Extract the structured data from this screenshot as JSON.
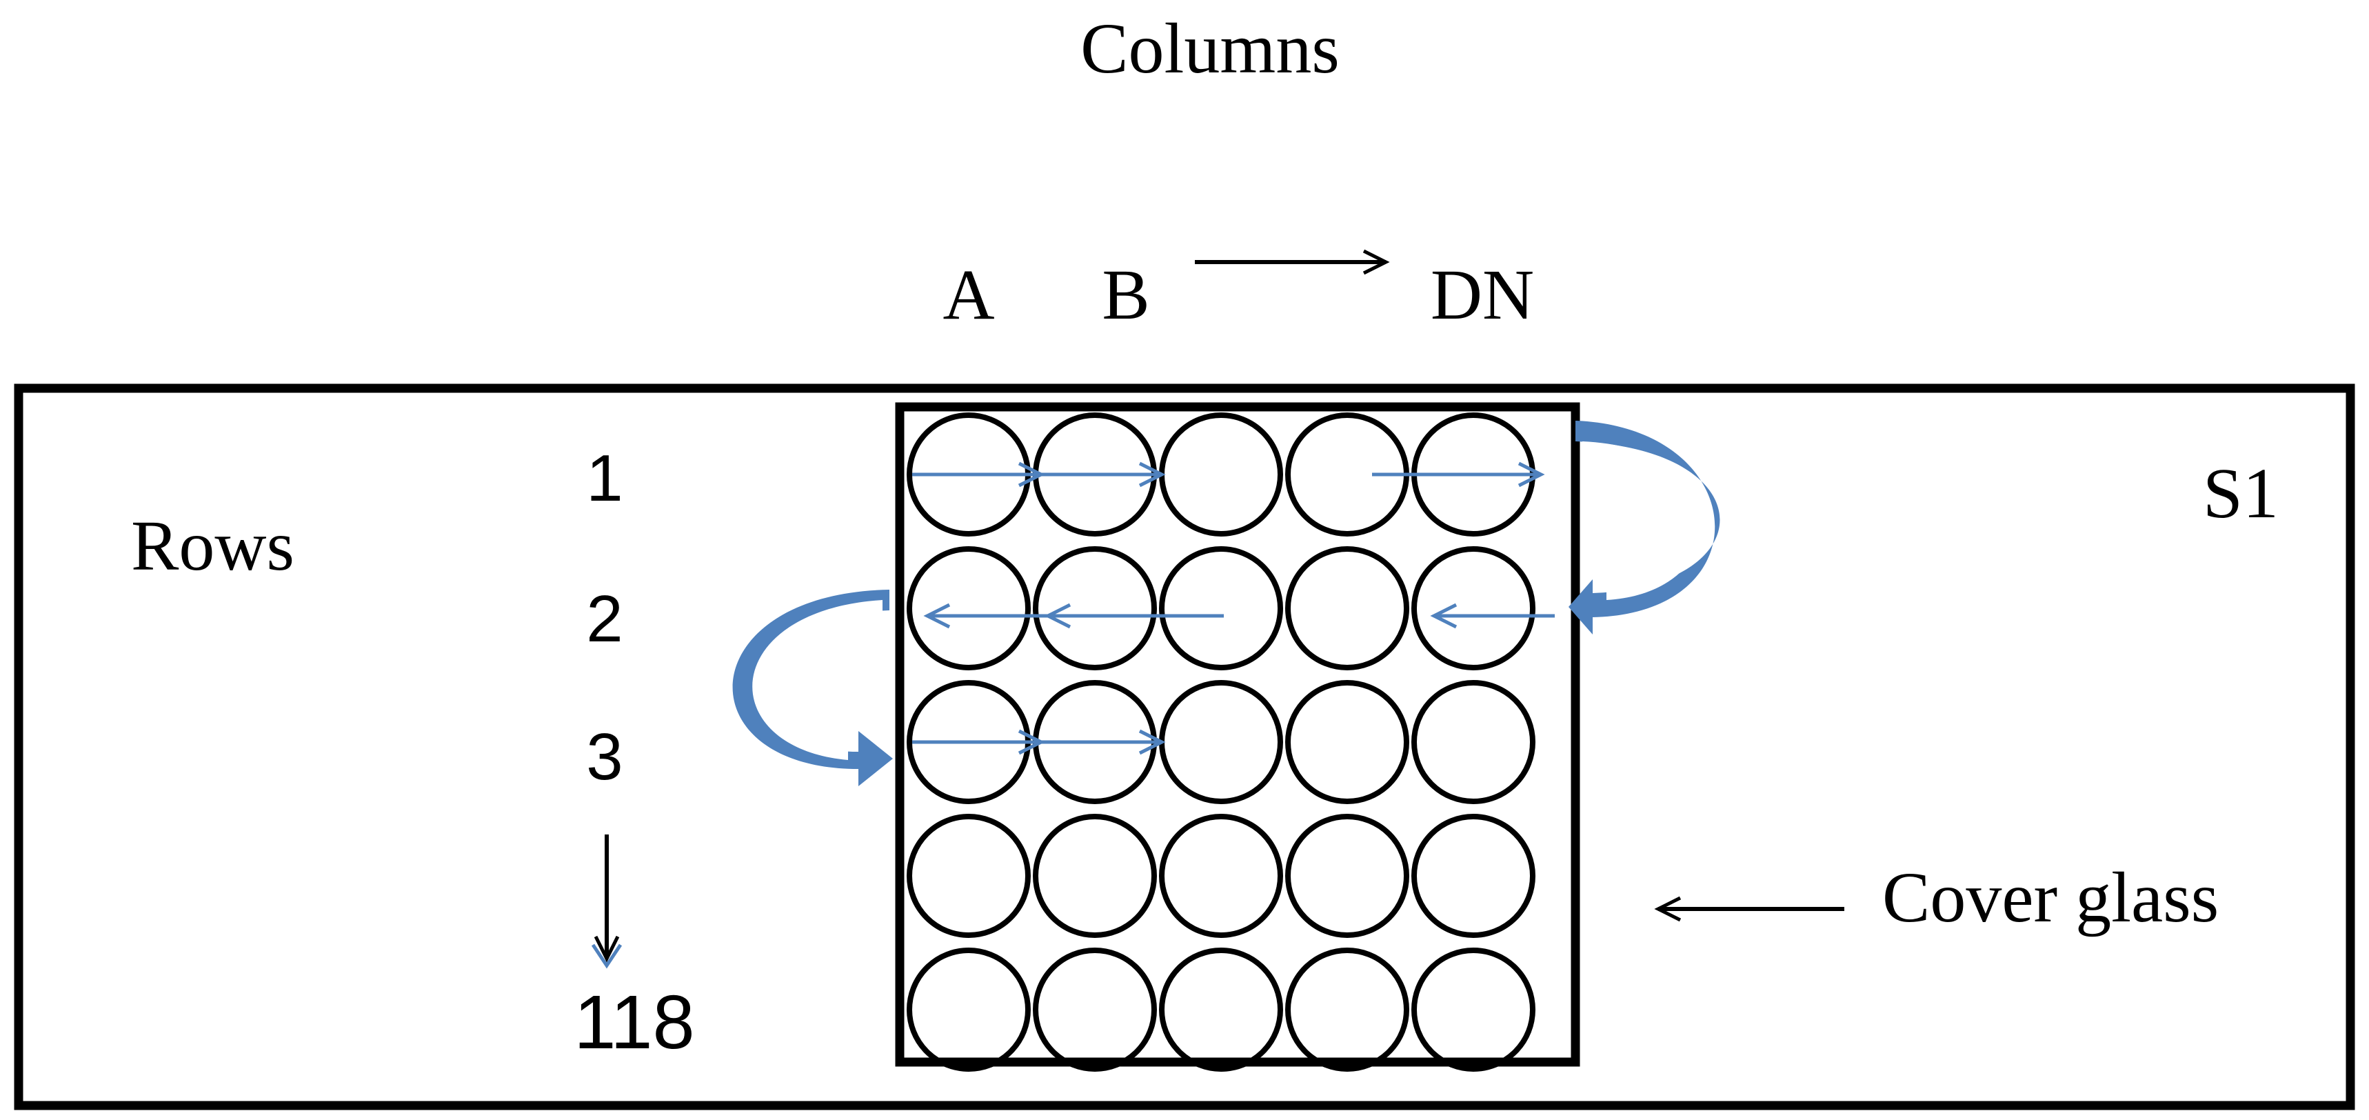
{
  "labels": {
    "columns": "Columns",
    "rows": "Rows",
    "slide_id": "S1",
    "cover_glass": "Cover glass"
  },
  "column_labels": {
    "first": "A",
    "second": "B",
    "last": "DN"
  },
  "row_labels": {
    "first": "1",
    "second": "2",
    "third": "3",
    "last": "118"
  },
  "grid": {
    "rows": 5,
    "cols": 5
  },
  "colors": {
    "outline": "#000000",
    "scan_path": "#4f81bd",
    "background": "#ffffff"
  }
}
